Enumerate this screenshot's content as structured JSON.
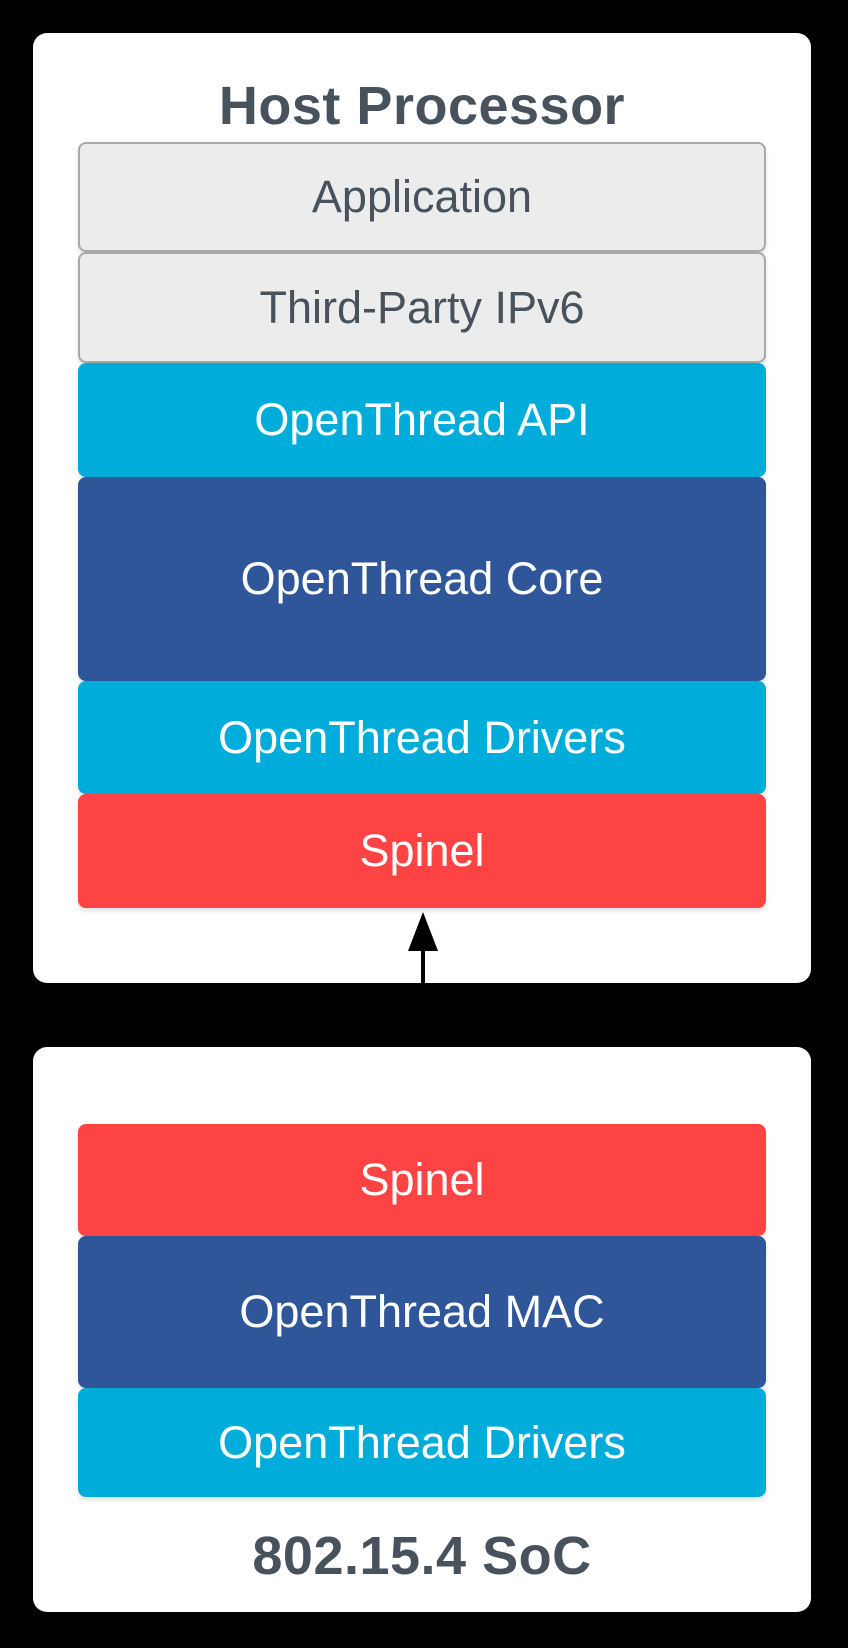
{
  "colors": {
    "background": "#000000",
    "panel": "#FFFFFF",
    "gray_fill": "#ECECEC",
    "gray_border": "#A8A8A8",
    "cyan": "#00ACD9",
    "blue": "#2E5699",
    "red": "#FD4343",
    "heading_text": "#47525C",
    "layer_text": "#FFFFFF",
    "arrow": "#000000"
  },
  "host_panel": {
    "title": "Host Processor",
    "layers": [
      {
        "label": "Application",
        "color": "gray"
      },
      {
        "label": "Third-Party IPv6",
        "color": "gray"
      },
      {
        "label": "OpenThread API",
        "color": "cyan"
      },
      {
        "label": "OpenThread Core",
        "color": "blue"
      },
      {
        "label": "OpenThread Drivers",
        "color": "cyan"
      },
      {
        "label": "Spinel",
        "color": "red"
      }
    ]
  },
  "soc_panel": {
    "title": "802.15.4 SoC",
    "layers": [
      {
        "label": "Spinel",
        "color": "red"
      },
      {
        "label": "OpenThread MAC",
        "color": "blue"
      },
      {
        "label": "OpenThread Drivers",
        "color": "cyan"
      }
    ]
  },
  "connector": {
    "type": "bidirectional-arrow"
  }
}
